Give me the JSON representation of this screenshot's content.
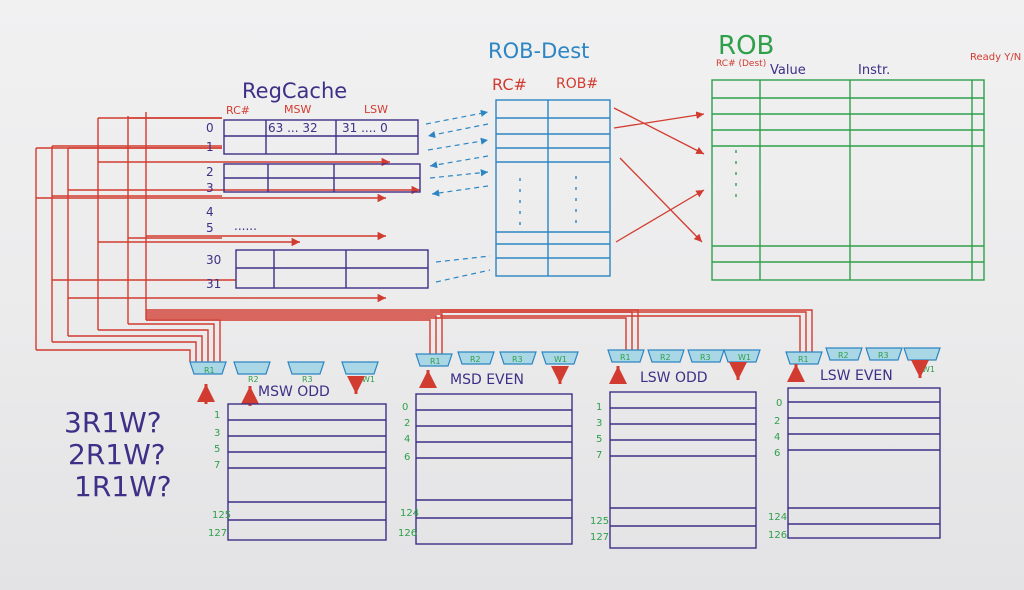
{
  "regcache": {
    "title": "RegCache",
    "headers": {
      "rc": "RC#",
      "msw": "MSW",
      "lsw": "LSW"
    },
    "bit_labels": {
      "msw": "63 ... 32",
      "lsw": "31 .... 0"
    },
    "row_labels": [
      "0",
      "1",
      "2",
      "3",
      "4",
      "5",
      "30",
      "31"
    ],
    "dots": "......"
  },
  "rob_dest": {
    "title": "ROB-Dest",
    "headers": {
      "rc": "RC#",
      "rob": "ROB#"
    }
  },
  "rob": {
    "title": "ROB",
    "headers": {
      "rc": "RC#\n(Dest)",
      "value": "Value",
      "instr": "Instr.",
      "ready": "Ready Y/N"
    }
  },
  "banks": [
    {
      "label": "MSW ODD",
      "ports": [
        "R1",
        "R2",
        "R3",
        "W1"
      ],
      "rows": [
        "1",
        "3",
        "5",
        "7",
        "125",
        "127"
      ]
    },
    {
      "label": "MSD EVEN",
      "ports": [
        "R1",
        "R2",
        "R3",
        "W1"
      ],
      "rows": [
        "0",
        "2",
        "4",
        "6",
        "124",
        "126"
      ]
    },
    {
      "label": "LSW ODD",
      "ports": [
        "R1",
        "R2",
        "R3",
        "W1"
      ],
      "rows": [
        "1",
        "3",
        "5",
        "7",
        "125",
        "127"
      ]
    },
    {
      "label": "LSW EVEN",
      "ports": [
        "R1",
        "R2",
        "R3",
        "W1"
      ],
      "rows": [
        "0",
        "2",
        "4",
        "6",
        "124",
        "126"
      ]
    }
  ],
  "questions": [
    "3R1W?",
    "2R1W?",
    "1R1W?"
  ],
  "colors": {
    "purple": "#3f2f86",
    "red": "#d23b2f",
    "blue": "#2d86c3",
    "green": "#2fa04a"
  }
}
